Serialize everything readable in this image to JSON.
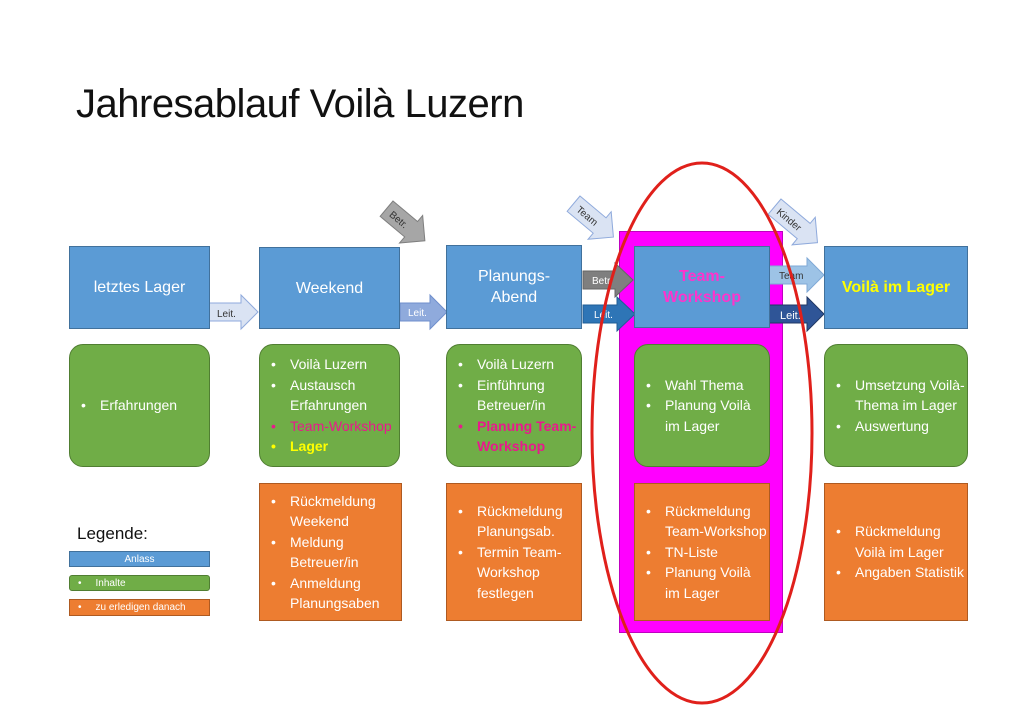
{
  "title": "Jahresablauf Voilà Luzern",
  "colors": {
    "anlass": "#5b9bd5",
    "inhalte": "#70ad47",
    "todo": "#ed7d31",
    "highlight_column": "#ff00ff",
    "circle": "#e0201b",
    "arrow_light": "#dae3f3",
    "arrow_gray": "#7f7f7f",
    "arrow_blue_mid": "#8faadc",
    "arrow_blue": "#2e75b6",
    "arrow_navy": "#2f5597"
  },
  "events": [
    {
      "label": "letztes Lager"
    },
    {
      "label": "Weekend"
    },
    {
      "label": "Planungs-Abend"
    },
    {
      "label": "Team-Workshop"
    },
    {
      "label": "Voilà im Lager"
    }
  ],
  "inhalte": [
    {
      "items": [
        "Erfahrungen"
      ]
    },
    {
      "items": [
        "Voilà Luzern",
        "Austausch Erfahrungen",
        "Team-Workshop",
        "Lager"
      ]
    },
    {
      "items": [
        "Voilà Luzern",
        "Einführung Betreuer/in",
        "Planung Team-Workshop"
      ]
    },
    {
      "items": [
        "Wahl Thema",
        "Planung Voilà im Lager"
      ]
    },
    {
      "items": [
        "Umsetzung Voilà-Thema im Lager",
        "Auswertung"
      ]
    }
  ],
  "todos": [
    {
      "items": [
        "Rückmeldung Weekend",
        "Meldung Betreuer/in",
        "Anmeldung Planungsaben"
      ]
    },
    {
      "items": [
        "Rückmeldung Planungsab.",
        "Termin Team-Workshop festlegen"
      ]
    },
    {
      "items": [
        "Rückmeldung Team-Workshop",
        "TN-Liste",
        "Planung Voilà im Lager"
      ]
    },
    {
      "items": [
        "Rückmeldung Voilà im Lager",
        "Angaben Statistik"
      ]
    }
  ],
  "arrows": {
    "leit_1": "Leit.",
    "leit_2": "Leit.",
    "betr_3": "Betr.",
    "leit_3": "Leit.",
    "team_4": "Team",
    "leit_4": "Leit.",
    "top_betr": "Betr.",
    "top_team": "Team",
    "top_kinder": "Kinder"
  },
  "legend": {
    "heading": "Legende:",
    "anlass": "Anlass",
    "inhalte": "Inhalte",
    "todo": "zu erledigen danach"
  }
}
